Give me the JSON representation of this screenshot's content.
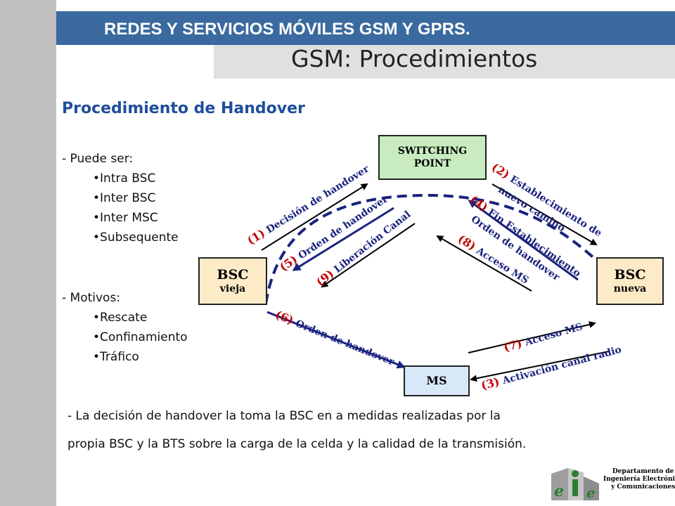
{
  "header": {
    "course_title": "REDES Y SERVICIOS MÓVILES GSM Y GPRS.",
    "slide_title": "GSM: Procedimientos"
  },
  "section_title": "Procedimiento de Handover",
  "types": {
    "heading": "- Puede ser:",
    "items": [
      "Intra BSC",
      "Inter BSC",
      "Inter MSC",
      "Subsequente"
    ]
  },
  "reasons": {
    "heading": "- Motivos:",
    "items": [
      "Rescate",
      "Confinamiento",
      "Tráfico"
    ]
  },
  "diagram": {
    "switching_point": {
      "line1": "SWITCHING",
      "line2": "POINT"
    },
    "bsc_old": {
      "name": "BSC",
      "sub": "vieja"
    },
    "bsc_new": {
      "name": "BSC",
      "sub": "nueva"
    },
    "ms": {
      "name": "MS"
    },
    "steps": [
      {
        "num": "(1)",
        "text": "Decisión de handover"
      },
      {
        "num": "(2)",
        "text": "Establecimiento de",
        "text2": "nuevo camino"
      },
      {
        "num": "(3)",
        "text": "Activación canal radio"
      },
      {
        "num": "(4)",
        "text": "Fin Establecimiento",
        "text2": "Orden de handover"
      },
      {
        "num": "(5)",
        "text": "Orden de handover"
      },
      {
        "num": "(6)",
        "text": "Orden de handover"
      },
      {
        "num": "(7)",
        "text": "Acceso MS"
      },
      {
        "num": "(8)",
        "text": "Acceso MS"
      },
      {
        "num": "(9)",
        "text": "Liberación Canal"
      }
    ]
  },
  "description": {
    "line1": "- La decisión de handover la toma la BSC en a medidas realizadas por la",
    "line2": "propia BSC y la BTS sobre la carga de la celda y la calidad de la transmisión."
  },
  "footer": {
    "dept_line1": "Departamento de",
    "dept_line2": "Ingeniería Electrónica",
    "dept_line3": "y Comunicaciones"
  },
  "colors": {
    "header_band": "#3a6a9f",
    "section_title": "#1f4e9c",
    "box_fill": "#fdebc8",
    "box_fill_green": "#c8ecc0",
    "box_fill_blue": "#d8e8f8",
    "arrow_navy": "#1a237e",
    "step_number": "#c00000"
  }
}
